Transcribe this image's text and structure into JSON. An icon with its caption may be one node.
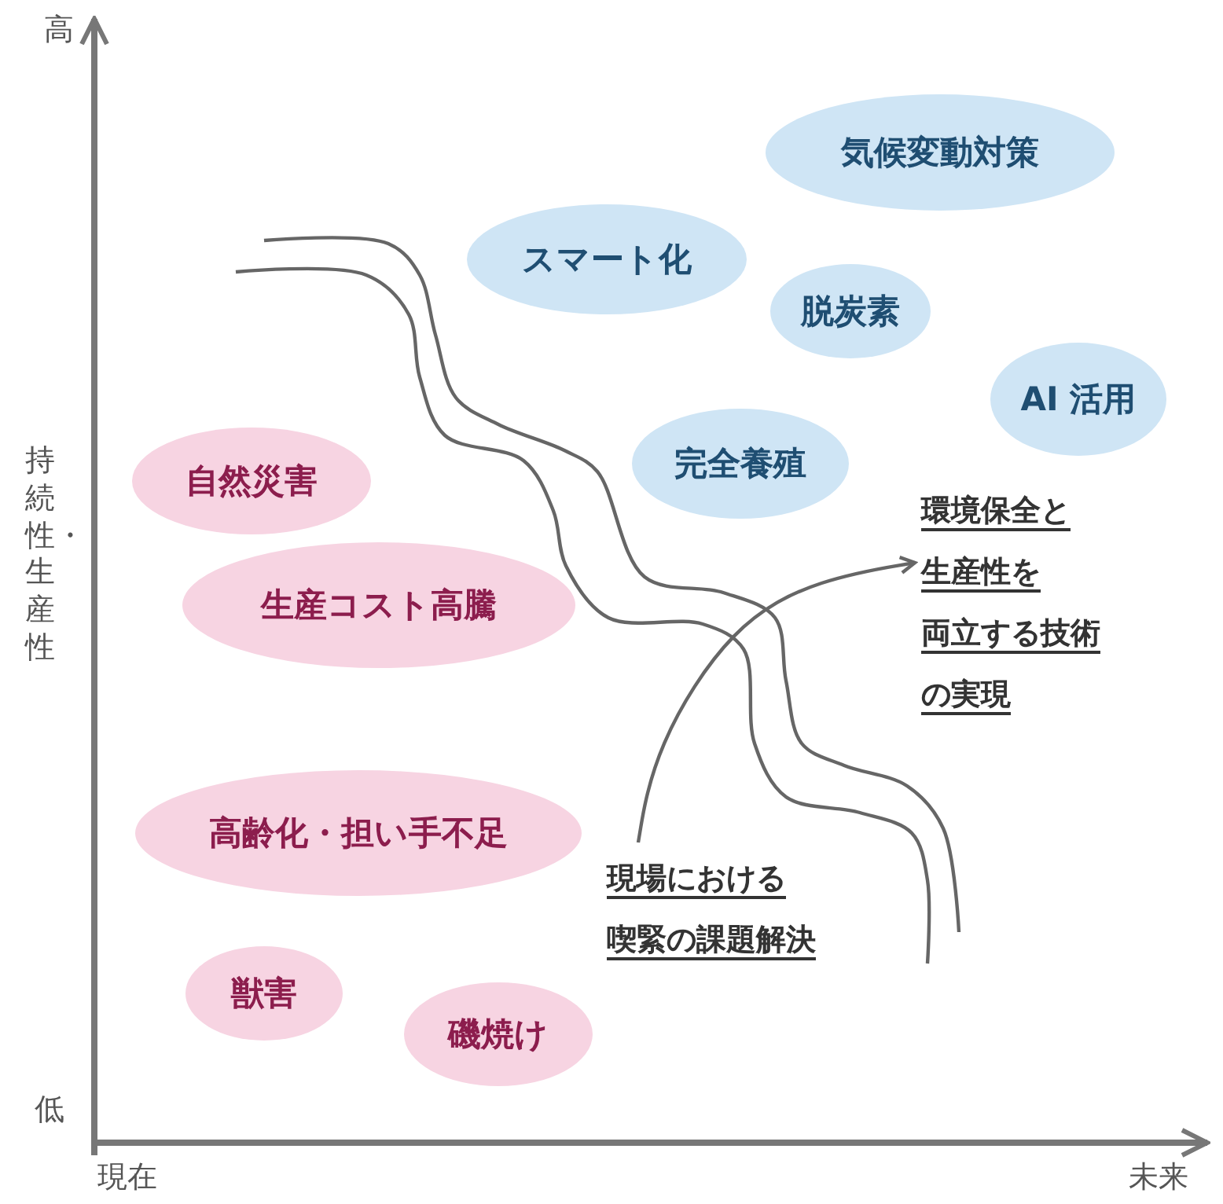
{
  "diagram": {
    "nodes": [
      {
        "text": [
          "気候変動対策"
        ]
      },
      {
        "text": [
          "スマート化"
        ]
      },
      {
        "text": [
          "脱炭素"
        ]
      },
      {
        "text": [
          "AI 活用"
        ]
      },
      {
        "text": [
          "自然災害"
        ]
      },
      {
        "text": [
          "完全養殖"
        ]
      },
      {
        "text": [
          "環境保全と",
          "生産性を",
          "両立する技術",
          "の実現"
        ]
      },
      {
        "text": [
          "生産コスト高騰"
        ]
      },
      {
        "text": [
          "高齢化・担い手不足"
        ]
      },
      {
        "text": [
          "現場における",
          "喫緊の課題解決"
        ]
      },
      {
        "text": [
          "獣害"
        ]
      },
      {
        "text": [
          "磯焼け"
        ]
      }
    ],
    "edges": [
      {
        "from": 9,
        "to": 6,
        "arrow": "to"
      }
    ],
    "labels": [
      "高",
      "持続性・生産性",
      "低",
      "現在",
      "未来"
    ]
  }
}
